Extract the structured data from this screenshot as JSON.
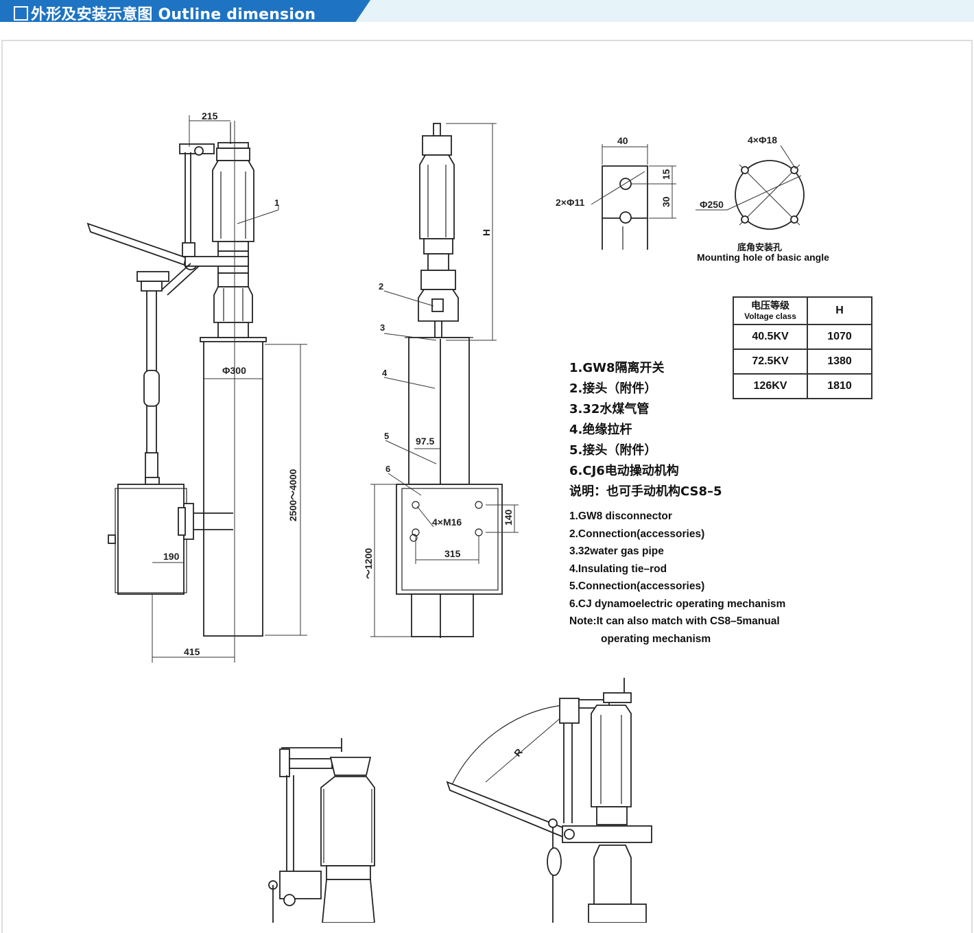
{
  "header": {
    "title": "外形及安装示意图 Outline dimension"
  },
  "legend_cn": [
    "1.GW8隔离开关",
    "2.接头（附件）",
    "3.32水煤气管",
    "4.绝缘拉杆",
    "5.接头（附件）",
    "6.CJ6电动操动机构",
    "说明：也可手动机构CS8–5"
  ],
  "legend_en": [
    "1.GW8 disconnector",
    "2.Connection(accessories)",
    "3.32water gas pipe",
    "4.Insulating tie–rod",
    "5.Connection(accessories)",
    "6.CJ dynamoelectric operating mechanism",
    "Note:It can also match with CS8–5manual",
    "operating mechanism"
  ],
  "voltage_table": {
    "header_cn": "电压等级",
    "header_en": "Voltage class",
    "header_h": "H",
    "rows": [
      {
        "voltage": "40.5KV",
        "h": "1070"
      },
      {
        "voltage": "72.5KV",
        "h": "1380"
      },
      {
        "voltage": "126KV",
        "h": "1810"
      }
    ]
  },
  "angle_caption": {
    "cn": "底角安装孔",
    "en": "Mounting hole of basic angle"
  },
  "dimensions": {
    "d215": "215",
    "phi300": "Φ300",
    "height_range": "2500～4000",
    "d190": "190",
    "d415": "415",
    "h_label": "H",
    "d97_5": "97.5",
    "four_m16": "4×M16",
    "d140": "140",
    "d315": "315",
    "d1200": "～1200",
    "d40": "40",
    "d15": "15",
    "d30": "30",
    "two_phi11": "2×Φ11",
    "four_phi18": "4×Φ18",
    "phi250": "Φ250",
    "radius": "R"
  },
  "callouts": [
    "1",
    "2",
    "3",
    "4",
    "5",
    "6"
  ]
}
